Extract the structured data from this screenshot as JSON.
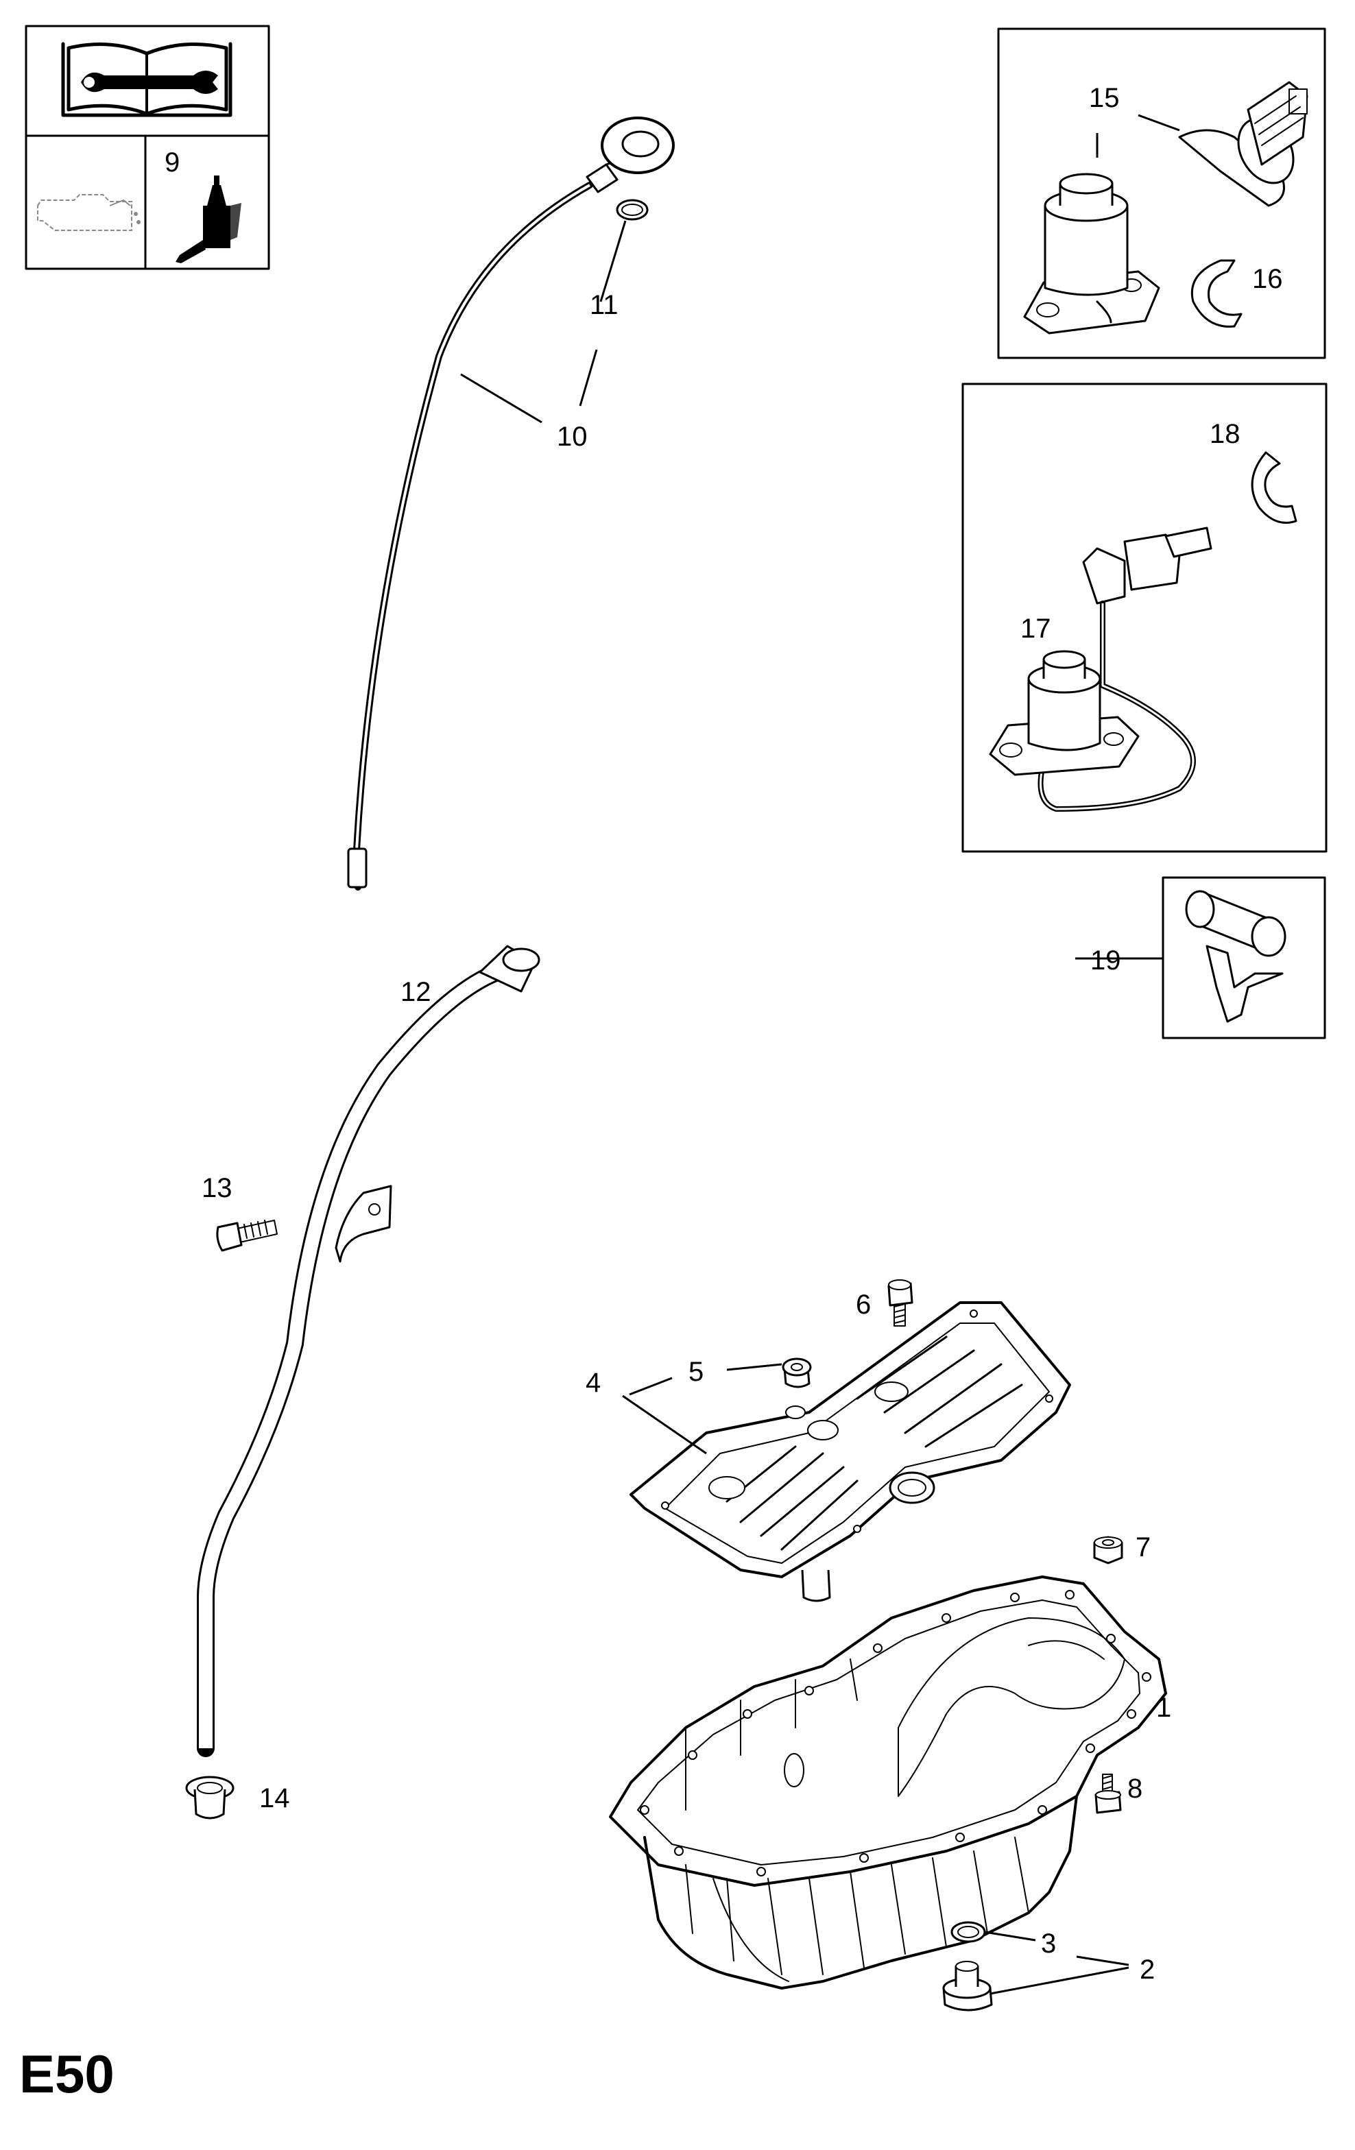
{
  "page_code": "E50",
  "legend_box": {
    "manual_icon": "repair-manual-wrench-icon",
    "oil_icon": "engine-oil-icon",
    "sealant_label": "9",
    "sealant_icon": "sealant-bottle-icon"
  },
  "callouts": [
    {
      "id": "c1",
      "label": "1"
    },
    {
      "id": "c2",
      "label": "2"
    },
    {
      "id": "c3",
      "label": "3"
    },
    {
      "id": "c4",
      "label": "4"
    },
    {
      "id": "c5",
      "label": "5"
    },
    {
      "id": "c6",
      "label": "6"
    },
    {
      "id": "c7",
      "label": "7"
    },
    {
      "id": "c8",
      "label": "8"
    },
    {
      "id": "c10",
      "label": "10"
    },
    {
      "id": "c11",
      "label": "11"
    },
    {
      "id": "c12",
      "label": "12"
    },
    {
      "id": "c13",
      "label": "13"
    },
    {
      "id": "c14",
      "label": "14"
    },
    {
      "id": "c15",
      "label": "15"
    },
    {
      "id": "c16",
      "label": "16"
    },
    {
      "id": "c17",
      "label": "17"
    },
    {
      "id": "c18",
      "label": "18"
    },
    {
      "id": "c19",
      "label": "19"
    }
  ]
}
